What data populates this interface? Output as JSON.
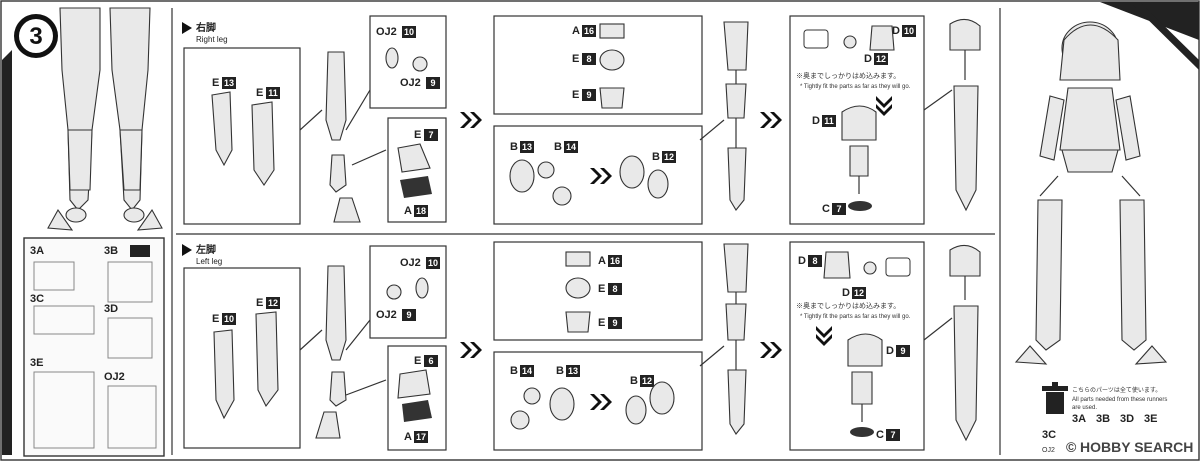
{
  "step": {
    "number": "3"
  },
  "sections": {
    "right_leg": {
      "title_jp": "右脚",
      "title_en": "Right leg"
    },
    "left_leg": {
      "title_jp": "左脚",
      "title_en": "Left leg"
    }
  },
  "notes": {
    "fit_jp": "※奥までしっかりはめ込みます。",
    "fit_en": "* Tightly fit the parts as far as they will go."
  },
  "parts": {
    "right": {
      "e13": "E",
      "e13n": "13",
      "e11": "E",
      "e11n": "11",
      "oj2a": "OJ2",
      "oj2an": "10",
      "oj2b": "OJ2",
      "oj2bn": "9",
      "e7": "E",
      "e7n": "7",
      "a18": "A",
      "a18n": "18",
      "a16": "A",
      "a16n": "16",
      "e8": "E",
      "e8n": "8",
      "e9": "E",
      "e9n": "9",
      "b13": "B",
      "b13n": "13",
      "b14": "B",
      "b14n": "14",
      "b12": "B",
      "b12n": "12",
      "d10": "D",
      "d10n": "10",
      "d12": "D",
      "d12n": "12",
      "d11": "D",
      "d11n": "11",
      "c7": "C",
      "c7n": "7"
    },
    "left": {
      "e10": "E",
      "e10n": "10",
      "e12": "E",
      "e12n": "12",
      "oj2a": "OJ2",
      "oj2an": "10",
      "oj2b": "OJ2",
      "oj2bn": "9",
      "e6": "E",
      "e6n": "6",
      "a17": "A",
      "a17n": "17",
      "a16": "A",
      "a16n": "16",
      "e8": "E",
      "e8n": "8",
      "e9": "E",
      "e9n": "9",
      "b14": "B",
      "b14n": "14",
      "b13": "B",
      "b13n": "13",
      "b12": "B",
      "b12n": "12",
      "d8": "D",
      "d8n": "8",
      "d12": "D",
      "d12n": "12",
      "d9": "D",
      "d9n": "9",
      "c7": "C",
      "c7n": "7"
    }
  },
  "runners": {
    "labels": [
      "3A",
      "3B",
      "3C",
      "3D",
      "3E",
      "OJ2"
    ],
    "runner_3a": "3A",
    "runner_3b": "3B",
    "runner_3c": "3C",
    "runner_3d": "3D",
    "runner_3e": "3E",
    "runner_oj2": "OJ2"
  },
  "discard": {
    "text_jp": "こちらのパーツは全て使います。",
    "text_en": "All parts needed from these runners",
    "text_en2": "are used.",
    "codes": [
      "3A",
      "3B",
      "3D",
      "3E"
    ],
    "extra": "3C",
    "extra2": "OJ2"
  },
  "watermark": {
    "text": "HOBBY SEARCH",
    "mark": "©"
  }
}
